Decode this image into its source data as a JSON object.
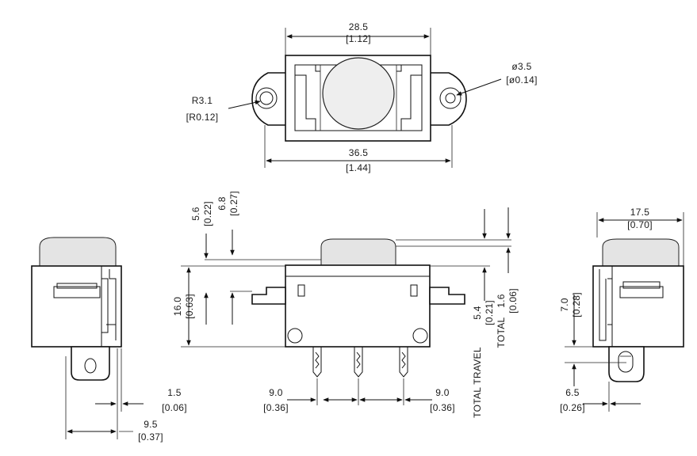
{
  "top_view": {
    "width_overall": {
      "mm": "28.5",
      "in": "[1.12]"
    },
    "width_mount": {
      "mm": "36.5",
      "in": "[1.44]"
    },
    "radius": {
      "mm": "R3.1",
      "in": "[R0.12]"
    },
    "hole": {
      "mm": "ø3.5",
      "in": "[ø0.14]"
    }
  },
  "front_view": {
    "cap_height_a": {
      "mm": "5.6",
      "in": "[0.22]"
    },
    "cap_height_b": {
      "mm": "6.8",
      "in": "[0.27]"
    },
    "body_height": {
      "mm": "16.0",
      "in": "[0.63]"
    },
    "pin_pitch_left": {
      "mm": "9.0",
      "in": "[0.36]"
    },
    "pin_pitch_right": {
      "mm": "9.0",
      "in": "[0.36]"
    },
    "total_travel": {
      "label": "TOTAL TRAVEL",
      "mm": "5.4",
      "in": "[0.21]"
    },
    "total": {
      "label": "TOTAL",
      "mm": "1.6",
      "in": "[0.06]"
    }
  },
  "left_view": {
    "offset_small": {
      "mm": "1.5",
      "in": "[0.06]"
    },
    "offset_large": {
      "mm": "9.5",
      "in": "[0.37]"
    }
  },
  "right_view": {
    "depth": {
      "mm": "17.5",
      "in": "[0.70]"
    },
    "tab_height": {
      "mm": "7.0",
      "in": "[0.28]"
    },
    "tab_offset": {
      "mm": "6.5",
      "in": "[0.26]"
    }
  }
}
